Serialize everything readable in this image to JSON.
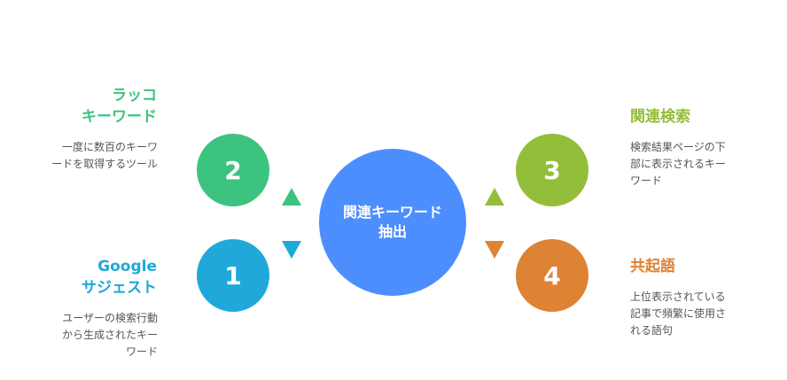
{
  "center": {
    "label": "関連キーワード\n抽出",
    "color": "#4D8EFF"
  },
  "items": [
    {
      "number": "2",
      "title": "ラッコ\nキーワード",
      "description": "一度に数百のキーワ\nードを取得するツール",
      "color": "#3DC380"
    },
    {
      "number": "1",
      "title": "Google\nサジェスト",
      "description": "ユーザーの検索行動\nから生成されたキー\nワード",
      "color": "#1FA8D9"
    },
    {
      "number": "3",
      "title": "関連検索",
      "description": "検索結果ページの下\n部に表示されるキー\nワード",
      "color": "#93BE3A"
    },
    {
      "number": "4",
      "title": "共起語",
      "description": "上位表示されている\n記事で頻繁に使用さ\nれる語句",
      "color": "#DE8233"
    }
  ]
}
